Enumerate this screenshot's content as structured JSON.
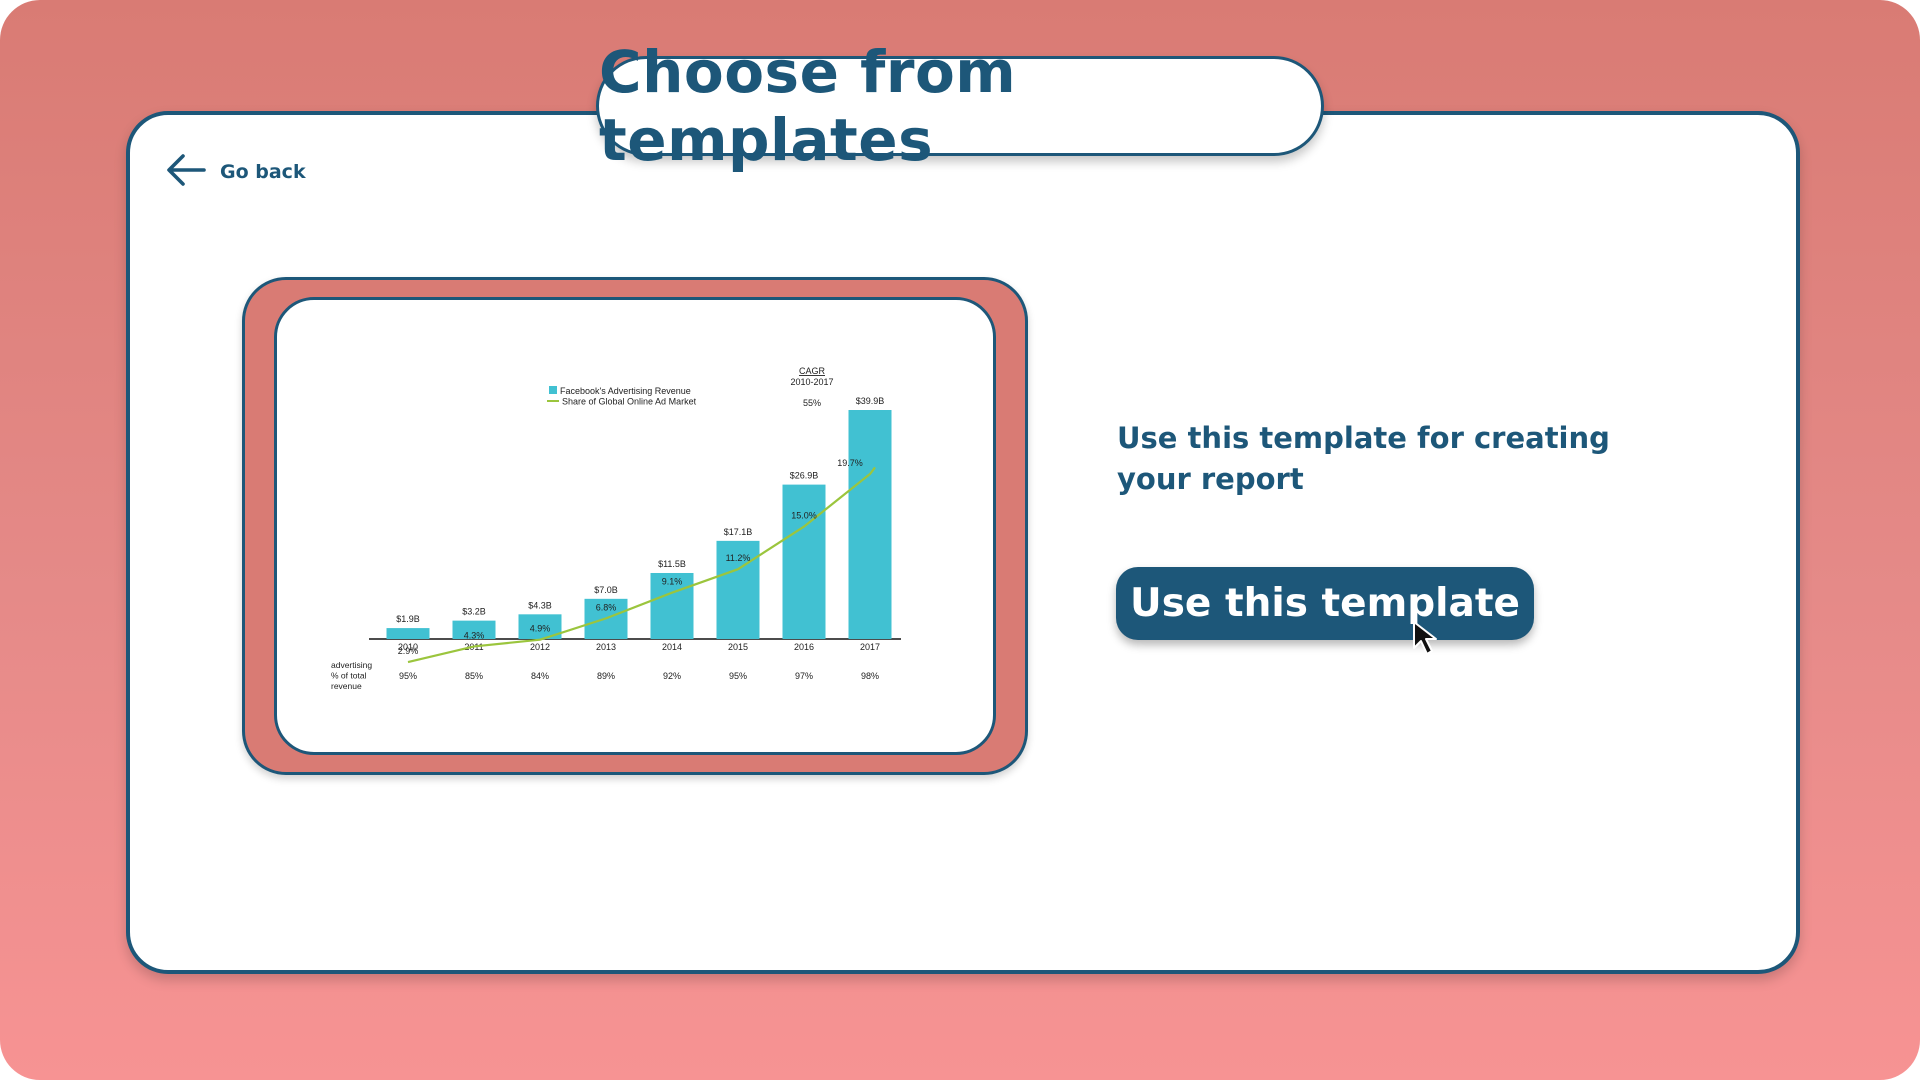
{
  "page": {
    "title": "Choose from templates",
    "go_back_label": "Go back",
    "description": "Use this template for creating your report",
    "use_button_label": "Use this template"
  },
  "icons": {
    "back": "arrow-left-icon",
    "cursor": "mouse-pointer-icon"
  },
  "colors": {
    "background_top": "#d97b74",
    "background_bottom": "#f79393",
    "accent": "#1d5779",
    "bar": "#41c1d2",
    "line": "#9bc53d"
  },
  "chart_data": {
    "type": "bar",
    "categories": [
      "2010",
      "2011",
      "2012",
      "2013",
      "2014",
      "2015",
      "2016",
      "2017"
    ],
    "series": [
      {
        "name": "Facebook's Advertising Revenue",
        "type": "bar",
        "values": [
          1.9,
          3.2,
          4.3,
          7.0,
          11.5,
          17.1,
          26.9,
          39.9
        ],
        "labels": [
          "$1.9B",
          "$3.2B",
          "$4.3B",
          "$7.0B",
          "$11.5B",
          "$17.1B",
          "$26.9B",
          "$39.9B"
        ]
      },
      {
        "name": "Share of Global Online Ad Market",
        "type": "line",
        "values": [
          2.9,
          4.3,
          4.9,
          6.8,
          9.1,
          11.2,
          15.0,
          19.7
        ],
        "labels": [
          "2.9%",
          "4.3%",
          "4.9%",
          "6.8%",
          "9.1%",
          "11.2%",
          "15.0%",
          "19.7%"
        ]
      }
    ],
    "bottom_row": {
      "label_lines": [
        "advertising",
        "% of total",
        "revenue"
      ],
      "values": [
        "95%",
        "85%",
        "84%",
        "89%",
        "92%",
        "95%",
        "97%",
        "98%"
      ]
    },
    "cagr": {
      "title": "CAGR",
      "period": "2010-2017",
      "value": "55%"
    },
    "legend_position": "top-center",
    "grid": false
  }
}
